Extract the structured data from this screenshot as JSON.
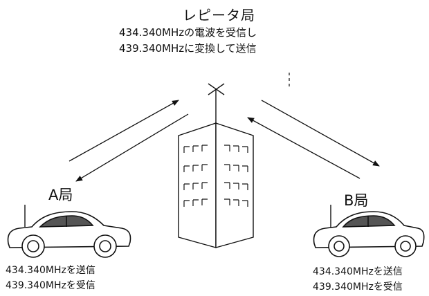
{
  "repeater": {
    "title": "レピータ局",
    "line1": "434.340MHzの電波を受信し",
    "line2": "439.340MHzに変換して送信"
  },
  "station_a": {
    "name": "A局",
    "tx": "434.340MHzを送信",
    "rx": "439.340MHzを受信"
  },
  "station_b": {
    "name": "B局",
    "tx": "434.340MHzを送信",
    "rx": "439.340MHzを受信"
  },
  "colors": {
    "ink": "#111111",
    "paper": "#ffffff"
  }
}
